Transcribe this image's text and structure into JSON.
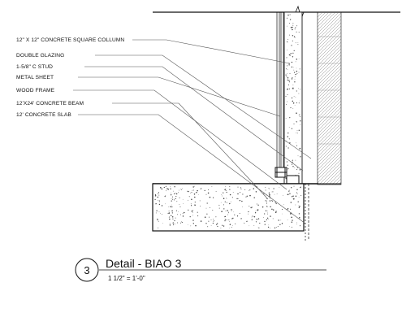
{
  "labels": [
    "12\" X 12\" CONCRETE SQUARE COLLUMN",
    "DOUBLE GLAZING",
    "1-5/8\" C STUD",
    "METAL SHEET",
    "WOOD FRAME",
    "12'X24' CONCRETE BEAM",
    "12' CONCRETE SLAB"
  ],
  "title_block": {
    "number": "3",
    "title": "Detail - BIAO 3",
    "scale": "1 1/2\" = 1'-0\""
  },
  "colors": {
    "line": "#111111",
    "leader": "#555555",
    "stipple": "#444444"
  }
}
